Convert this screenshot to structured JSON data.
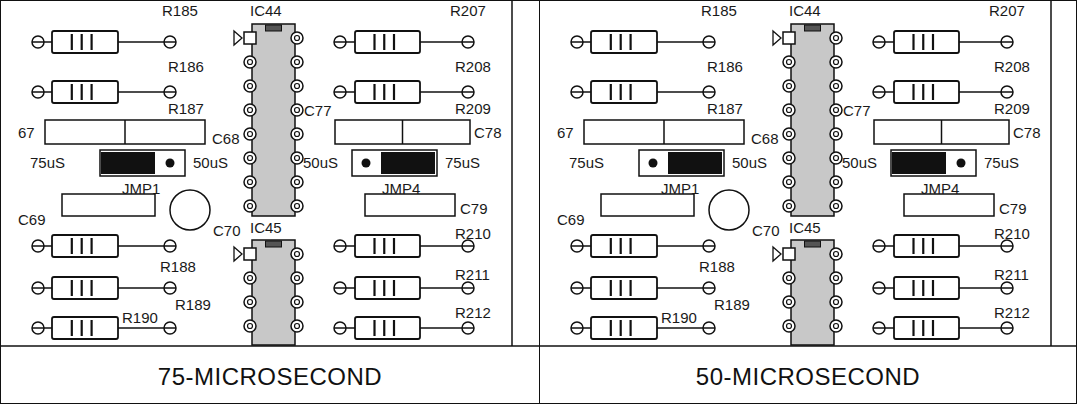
{
  "diagram": {
    "nodes": [
      {
        "text": [
          "75-MICROSECOND"
        ]
      },
      {
        "text": [
          "50-MICROSECOND"
        ]
      }
    ],
    "labels": [
      "R185",
      "R186",
      "R187",
      "IC44",
      "67",
      "C77",
      "R207",
      "R208",
      "R209",
      "C78",
      "C68",
      "75uS",
      "50uS",
      "JMP1",
      "50uS",
      "75uS",
      "JMP4",
      "C69",
      "C70",
      "C79",
      "IC45",
      "R188",
      "R189",
      "R190",
      "R210",
      "R211",
      "R212",
      "R185",
      "R186",
      "R187",
      "IC44",
      "67",
      "C77",
      "R207",
      "R208",
      "R209",
      "C78",
      "C68",
      "75uS",
      "50uS",
      "JMP1",
      "50uS",
      "75uS",
      "JMP4",
      "C69",
      "C70",
      "C79",
      "IC45",
      "R188",
      "R189",
      "R190",
      "R210",
      "R211",
      "R212"
    ]
  }
}
